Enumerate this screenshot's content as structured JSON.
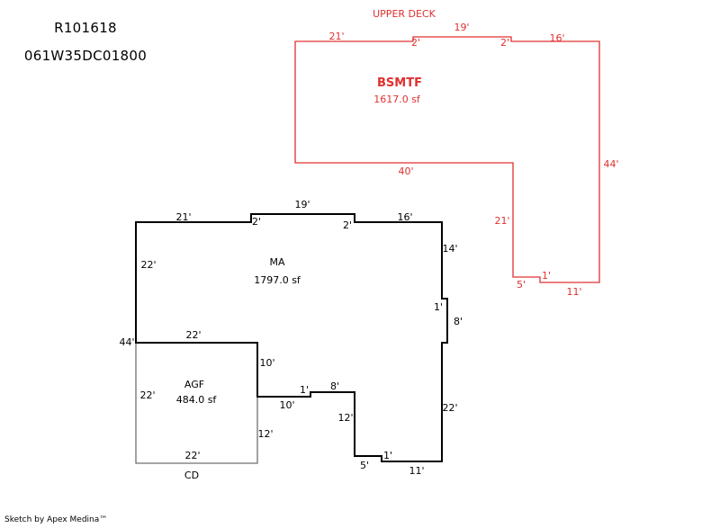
{
  "header": {
    "record_id": "R101618",
    "parcel_number": "061W35DC01800"
  },
  "colors": {
    "basement": "#e03030",
    "main": "#000000",
    "garage": "#707070",
    "text": "#000000"
  },
  "areas": {
    "upper_deck": {
      "label": "UPPER DECK"
    },
    "basement": {
      "label": "BSMTF",
      "area": "1617.0 sf"
    },
    "main": {
      "label": "MA",
      "area": "1797.0 sf"
    },
    "garage": {
      "label": "AGF",
      "area": "484.0 sf"
    },
    "cd": {
      "label": "CD"
    }
  },
  "dimensions": {
    "basement": [
      "21'",
      "2'",
      "19'",
      "2'",
      "16'",
      "44'",
      "40'",
      "21'",
      "1'",
      "5'",
      "11'"
    ],
    "main": [
      "21'",
      "2'",
      "19'",
      "2'",
      "16'",
      "14'",
      "1'",
      "8'",
      "22'",
      "22'",
      "44'",
      "22'",
      "10'",
      "1'",
      "8'",
      "10'",
      "12'",
      "1'",
      "5'",
      "11'"
    ],
    "garage": [
      "22'",
      "12'",
      "22'"
    ]
  },
  "footer": "Sketch by Apex Medina™"
}
